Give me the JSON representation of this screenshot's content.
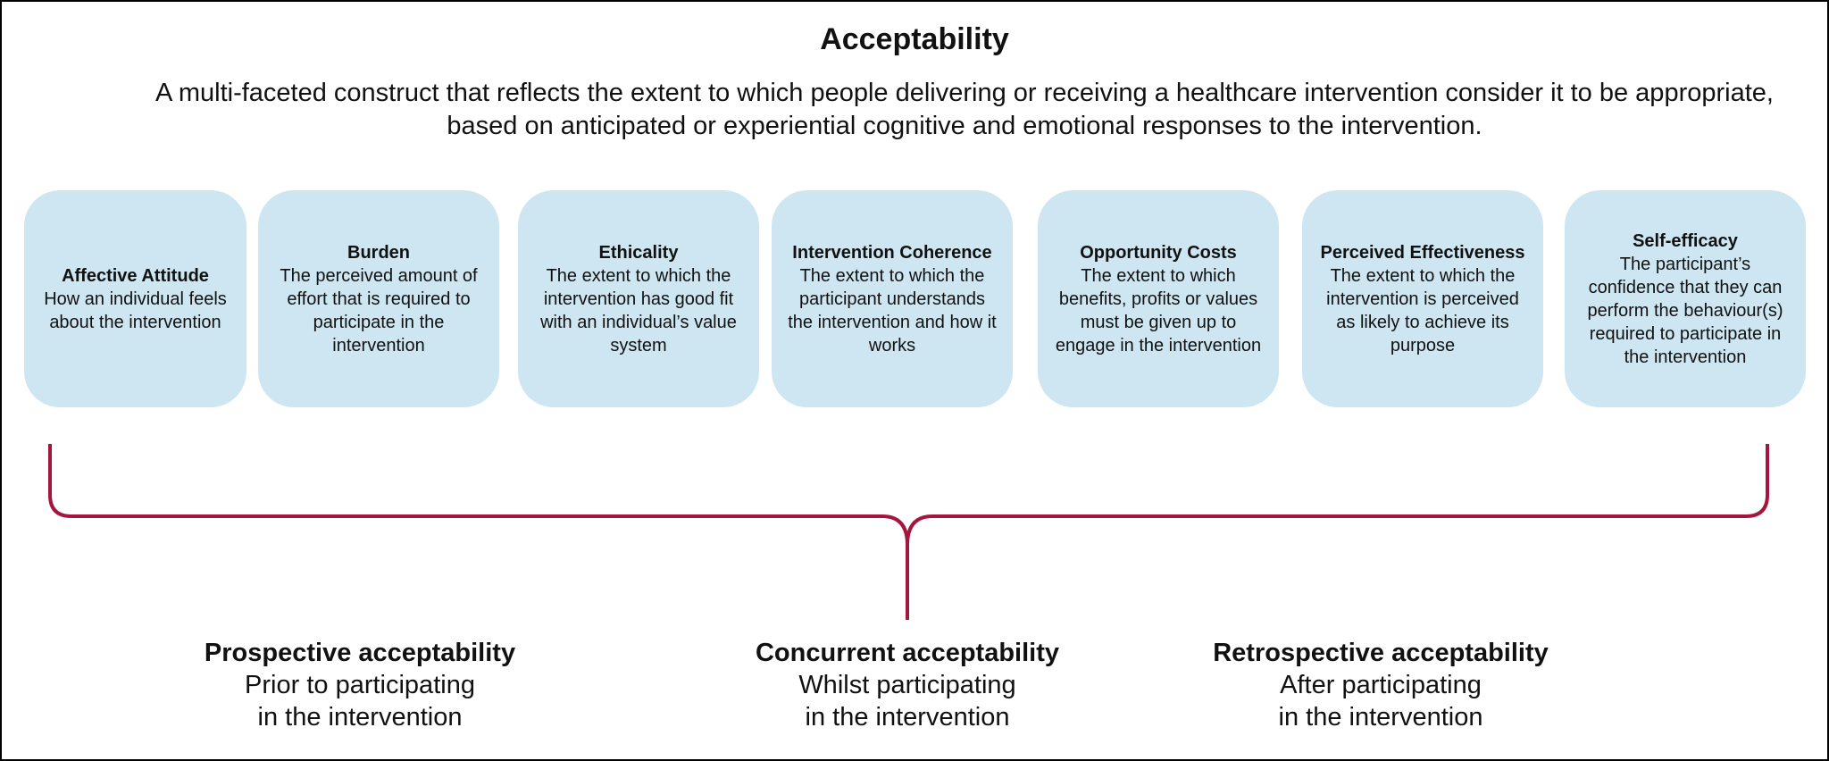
{
  "title": "Acceptability",
  "definition": "A multi-faceted construct that reflects the extent to which people delivering or receiving a healthcare intervention consider it to be appropriate, based on anticipated or experiential cognitive and emotional responses to the intervention.",
  "colors": {
    "box_fill": "#cde6f1",
    "brace": "#a3173f",
    "frame": "#000000"
  },
  "constructs": [
    {
      "title": "Affective Attitude",
      "description": "How an individual feels about the intervention"
    },
    {
      "title": "Burden",
      "description": "The perceived amount of effort that is required to participate in the intervention"
    },
    {
      "title": "Ethicality",
      "description": "The extent to which the intervention has good fit with an individual’s value system"
    },
    {
      "title": "Intervention Coherence",
      "description": "The extent to which the participant understands the intervention and how it works"
    },
    {
      "title": "Opportunity Costs",
      "description": "The extent to which benefits, profits or values must be given up to engage in the intervention"
    },
    {
      "title": "Perceived Effectiveness",
      "description": "The extent to which the intervention is perceived as likely to achieve its purpose"
    },
    {
      "title": "Self-efficacy",
      "description": "The participant’s confidence that they can perform the behaviour(s) required to participate in the intervention"
    }
  ],
  "phases": [
    {
      "title": "Prospective acceptability",
      "line1": "Prior to participating",
      "line2": "in the intervention"
    },
    {
      "title": "Concurrent acceptability",
      "line1": "Whilst participating",
      "line2": "in the intervention"
    },
    {
      "title": "Retrospective acceptability",
      "line1": "After participating",
      "line2": "in the intervention"
    }
  ]
}
